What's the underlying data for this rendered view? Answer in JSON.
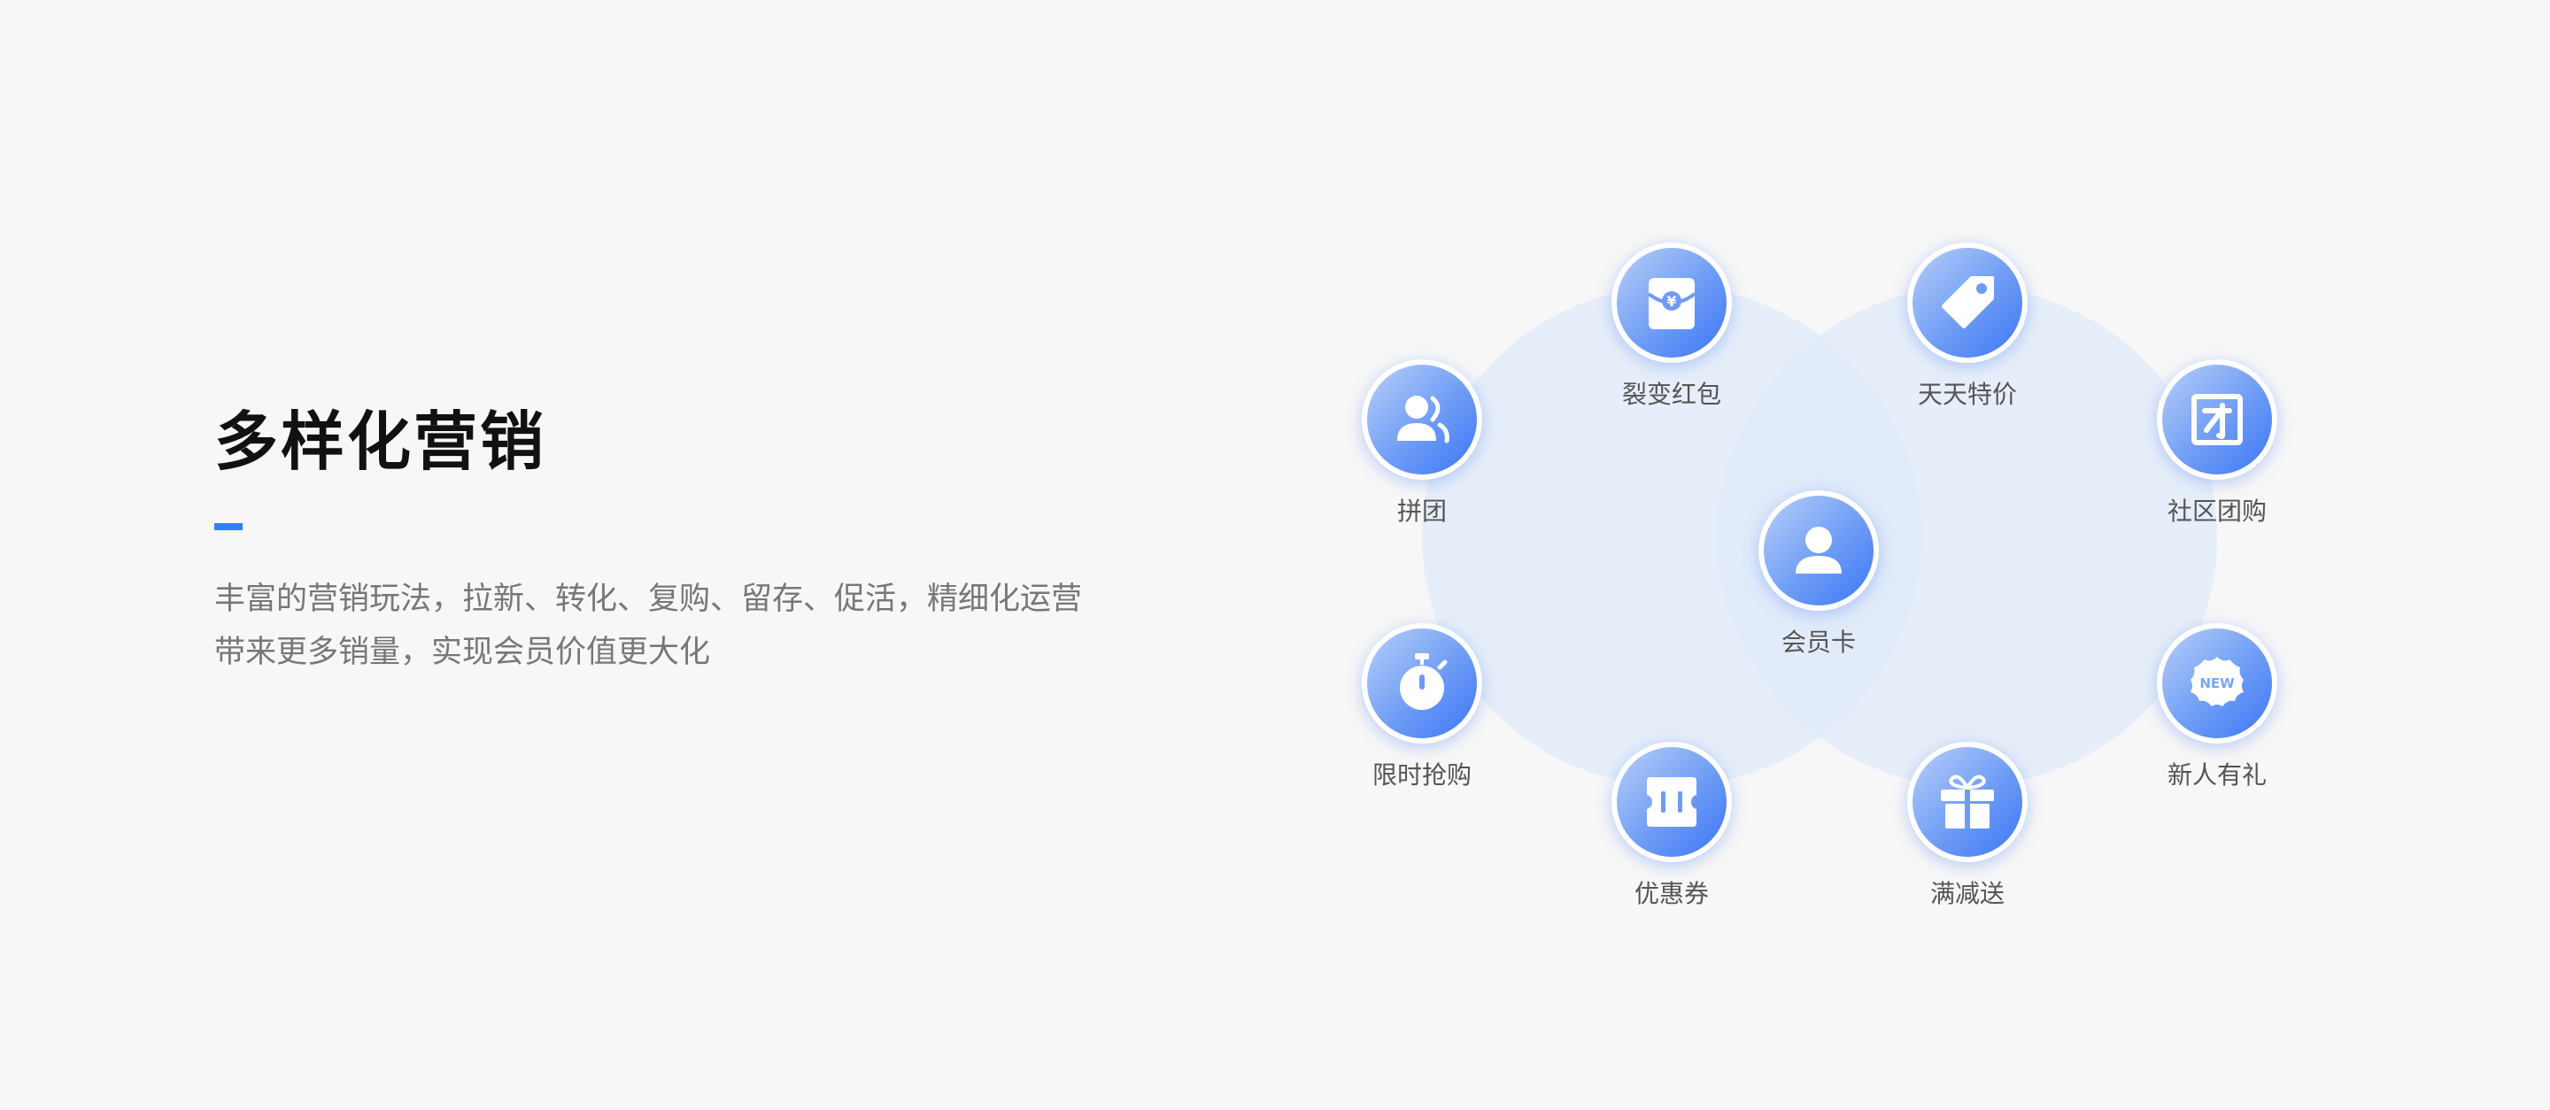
{
  "title": "多样化营销",
  "description": {
    "line1": "丰富的营销玩法，拉新、转化、复购、留存、促活，精细化运营",
    "line2": "带来更多销量，实现会员价值更大化"
  },
  "colors": {
    "accent": "#2f80ff",
    "icon_gradient_start": "#b8cff8",
    "icon_gradient_end": "#3c76f6"
  },
  "nodes": {
    "red_packet": {
      "label": "裂变红包",
      "icon": "red-packet-icon",
      "yen": "¥"
    },
    "daily_deal": {
      "label": "天天特价",
      "icon": "price-tag-icon"
    },
    "group_buy": {
      "label": "拼团",
      "icon": "group-users-icon"
    },
    "community_buy": {
      "label": "社区团购",
      "icon": "community-group-icon"
    },
    "member_card": {
      "label": "会员卡",
      "icon": "member-user-icon"
    },
    "flash_sale": {
      "label": "限时抢购",
      "icon": "stopwatch-icon"
    },
    "newcomer_gift": {
      "label": "新人有礼",
      "icon": "new-badge-icon",
      "badge": "NEW"
    },
    "coupon": {
      "label": "优惠券",
      "icon": "coupon-icon"
    },
    "discount_gift": {
      "label": "满减送",
      "icon": "gift-box-icon"
    }
  }
}
